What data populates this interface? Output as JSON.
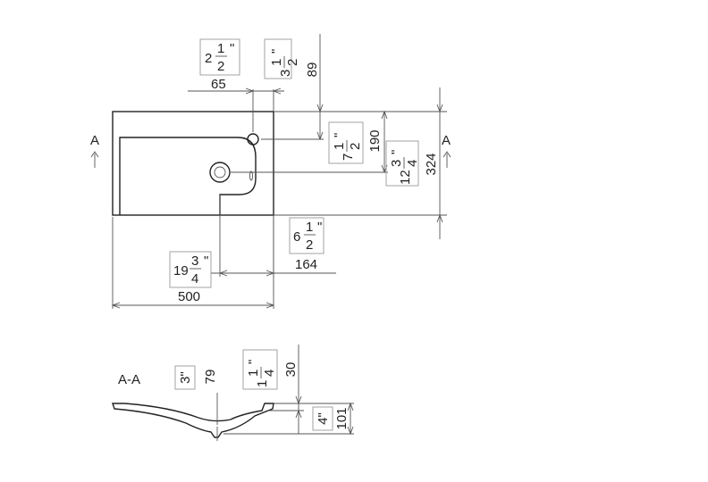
{
  "plan_view": {
    "section_marker_left": "A",
    "section_marker_right": "A",
    "dims": {
      "tap_offset": "65",
      "tap_offset_in": {
        "whole": "2",
        "num": "1",
        "den": "2",
        "unit": "\""
      },
      "tap_from_back": "89",
      "tap_from_back_in": {
        "whole": "3",
        "num": "1",
        "den": "2",
        "unit": "\""
      },
      "drain_from_back": "190",
      "drain_from_back_in": {
        "whole": "7",
        "num": "1",
        "den": "2",
        "unit": "\""
      },
      "depth": "324",
      "depth_in": {
        "whole": "12",
        "num": "3",
        "den": "4",
        "unit": "\""
      },
      "right_offset": "164",
      "right_offset_in": {
        "whole": "6",
        "num": "1",
        "den": "2",
        "unit": "\""
      },
      "width": "500",
      "width_in": {
        "whole": "19",
        "num": "3",
        "den": "4",
        "unit": "\""
      }
    }
  },
  "section_view": {
    "title": "A-A",
    "dims": {
      "bowl_depth": "79",
      "bowl_depth_in": "3\"",
      "rim_height": "30",
      "rim_height_in": {
        "whole": "1",
        "num": "1",
        "den": "4",
        "unit": "\""
      },
      "total_height": "101",
      "total_height_in": "4\""
    }
  }
}
